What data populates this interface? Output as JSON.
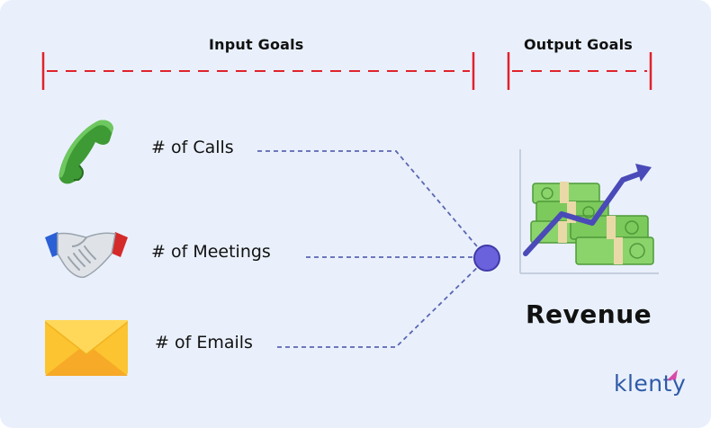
{
  "header": {
    "input_goals": "Input Goals",
    "output_goals": "Output Goals"
  },
  "inputs": [
    {
      "label": "# of Calls",
      "icon": "phone-icon"
    },
    {
      "label": "# of Meetings",
      "icon": "handshake-icon"
    },
    {
      "label": "# of Emails",
      "icon": "envelope-icon"
    }
  ],
  "output": {
    "label": "Revenue",
    "icon": "money-growth-icon"
  },
  "brand": {
    "name": "klenty"
  },
  "colors": {
    "background": "#e9f0fb",
    "bracket_red": "#e0222b",
    "connector": "#5a66b3",
    "hub": "#6a62dc"
  }
}
